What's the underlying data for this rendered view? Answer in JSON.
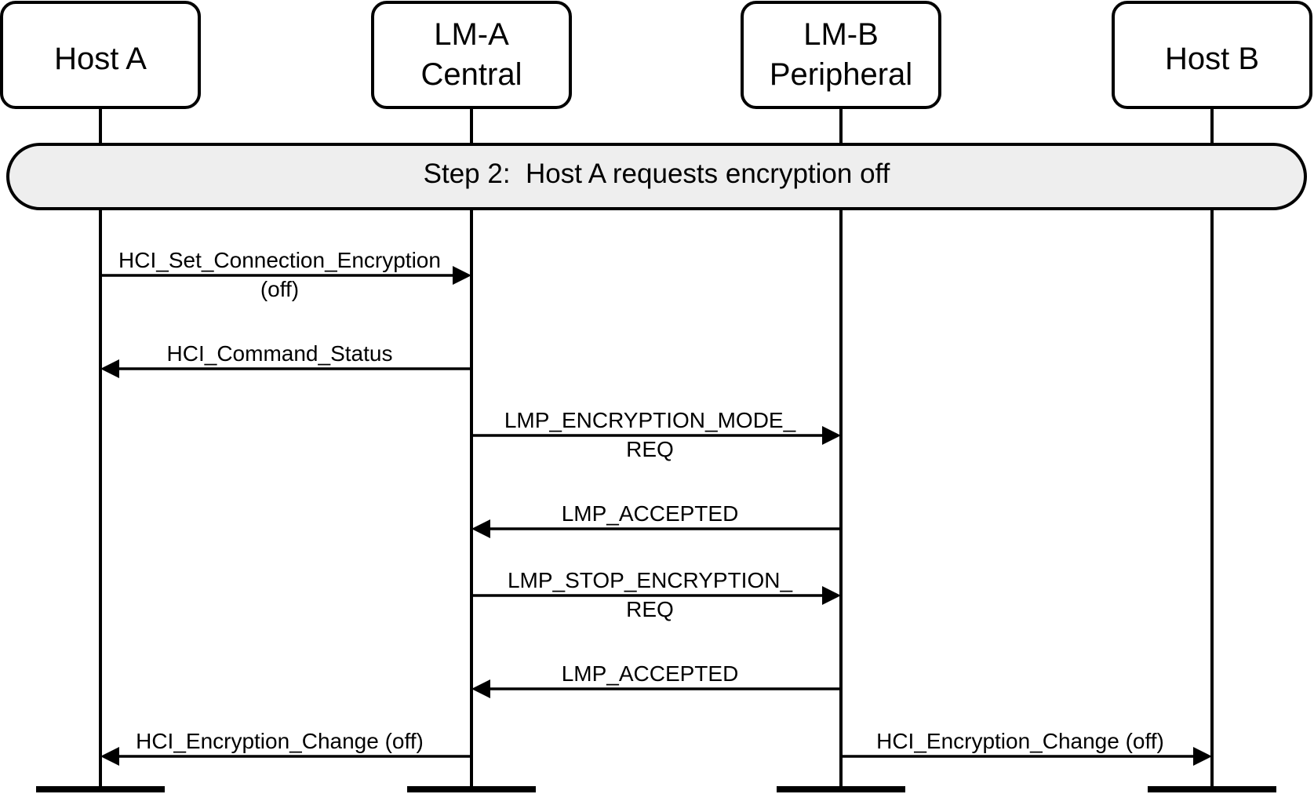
{
  "actors": [
    {
      "id": "host-a",
      "lines": [
        "Host A"
      ]
    },
    {
      "id": "lm-a",
      "lines": [
        "LM-A",
        "Central"
      ]
    },
    {
      "id": "lm-b",
      "lines": [
        "LM-B",
        "Peripheral"
      ]
    },
    {
      "id": "host-b",
      "lines": [
        "Host B"
      ]
    }
  ],
  "step_banner": "Step 2:  Host A requests encryption off",
  "messages": [
    {
      "from": "host-a",
      "to": "lm-a",
      "lines": [
        "HCI_Set_Connection_Encryption",
        "(off)"
      ]
    },
    {
      "from": "lm-a",
      "to": "host-a",
      "lines": [
        "HCI_Command_Status"
      ]
    },
    {
      "from": "lm-a",
      "to": "lm-b",
      "lines": [
        "LMP_ENCRYPTION_MODE_",
        "REQ"
      ]
    },
    {
      "from": "lm-b",
      "to": "lm-a",
      "lines": [
        "LMP_ACCEPTED"
      ]
    },
    {
      "from": "lm-a",
      "to": "lm-b",
      "lines": [
        "LMP_STOP_ENCRYPTION_",
        "REQ"
      ]
    },
    {
      "from": "lm-b",
      "to": "lm-a",
      "lines": [
        "LMP_ACCEPTED"
      ]
    },
    {
      "from": "lm-a",
      "to": "host-a",
      "lines": [
        "HCI_Encryption_Change (off)"
      ]
    },
    {
      "from": "lm-b",
      "to": "host-b",
      "lines": [
        "HCI_Encryption_Change (off)"
      ]
    }
  ]
}
